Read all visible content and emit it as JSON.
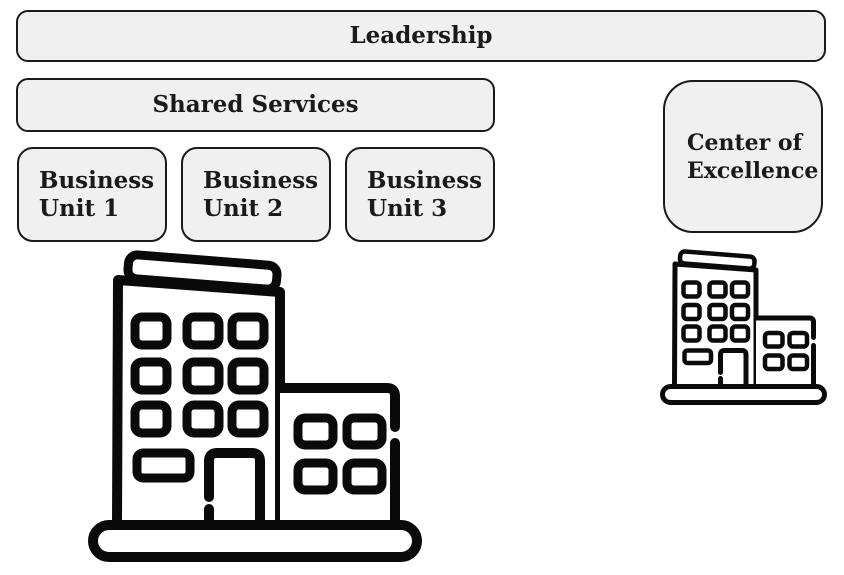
{
  "theme": {
    "page-bg": "#ffffff",
    "box-fill": "#f0f0f0",
    "box-border": "#1a1a1a",
    "text-color": "#1a1a1a",
    "icon-stroke": "#0a0a0a"
  },
  "diagram": {
    "leadership_label": "Leadership",
    "shared_services_label": "Shared Services",
    "business_units": [
      {
        "label": "Business\nUnit 1"
      },
      {
        "label": "Business\nUnit 2"
      },
      {
        "label": "Business\nUnit 3"
      }
    ],
    "center_of_excellence_label": "Center of\nExcellence",
    "icons": [
      {
        "name": "office-building-icon-large"
      },
      {
        "name": "office-building-icon-small"
      }
    ]
  }
}
